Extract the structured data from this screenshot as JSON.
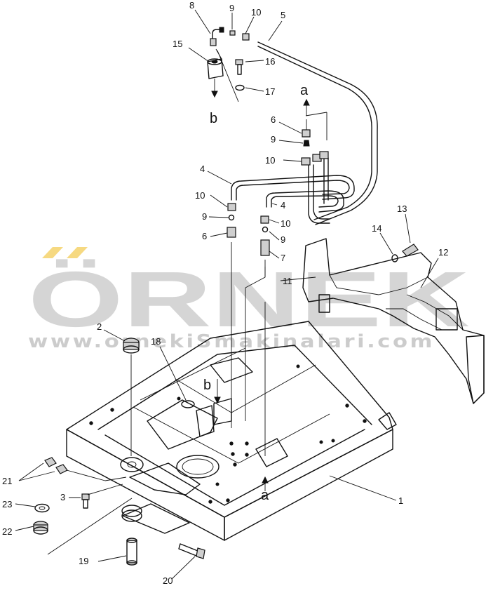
{
  "watermark": {
    "brand": "ÖRNEK",
    "url": "www.ornekiSmakinalari.com"
  },
  "callouts": [
    "1",
    "2",
    "3",
    "4",
    "4",
    "5",
    "6",
    "6",
    "7",
    "8",
    "9",
    "9",
    "9",
    "10",
    "10",
    "10",
    "10",
    "11",
    "12",
    "13",
    "14",
    "15",
    "16",
    "17",
    "18",
    "19",
    "20",
    "21",
    "22",
    "23"
  ],
  "arrow_labels": [
    "a",
    "b",
    "a",
    "b"
  ],
  "colors": {
    "line": "#111111",
    "watermark": "#9a9a9a",
    "watermark_accent": "#f2c94c"
  }
}
